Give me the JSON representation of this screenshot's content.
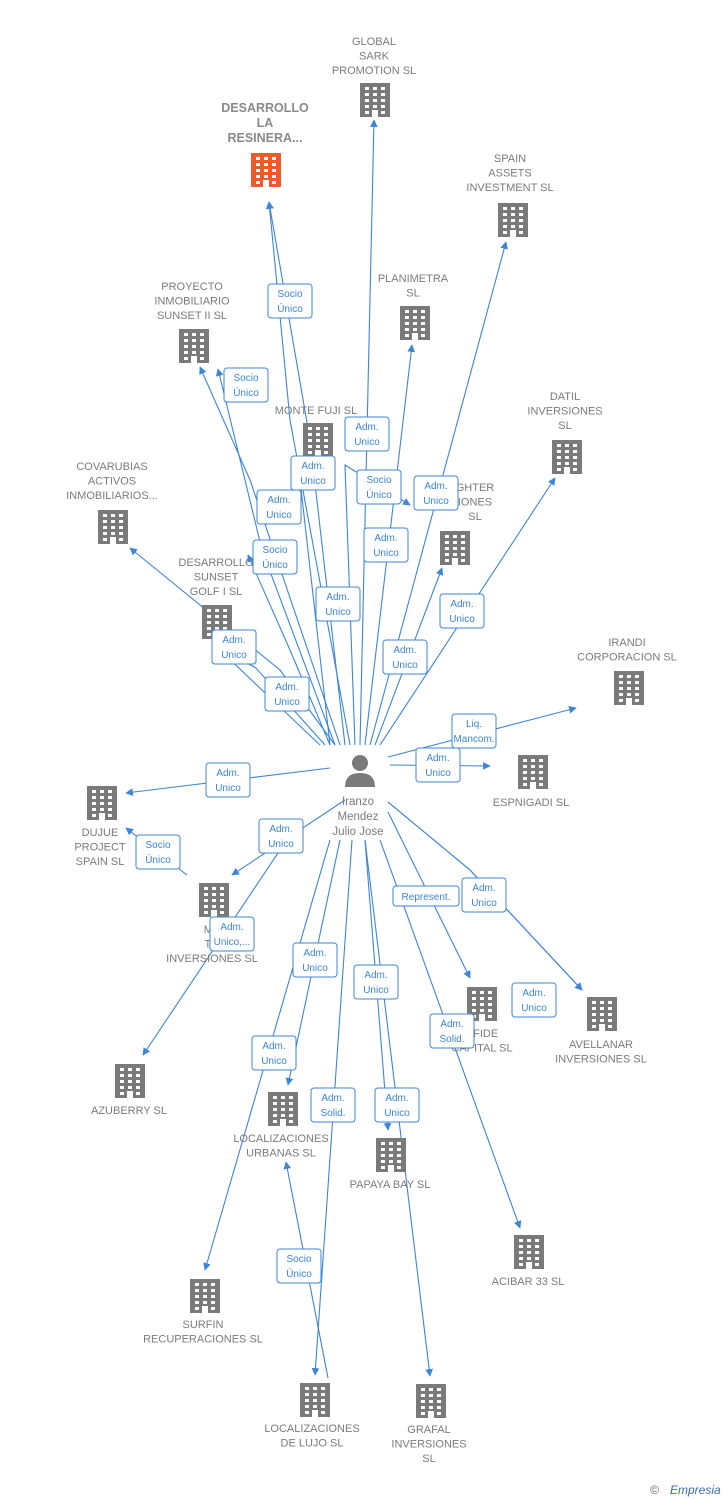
{
  "colors": {
    "edge": "#3d85d6",
    "building": "#7a7a7a",
    "highlight": "#ef5a2a",
    "label": "#7b7b7b"
  },
  "center": {
    "name_lines": [
      "Iranzo",
      "Mendez",
      "Julio Jose"
    ],
    "icon": "person-icon"
  },
  "companies": [
    {
      "id": "global-sark",
      "lines": [
        "GLOBAL",
        "SARK",
        "PROMOTION SL"
      ],
      "highlight": false
    },
    {
      "id": "desarrollo-resinera",
      "lines": [
        "DESARROLLO",
        "LA",
        "RESINERA..."
      ],
      "highlight": true
    },
    {
      "id": "spain-assets",
      "lines": [
        "SPAIN",
        "ASSETS",
        "INVESTMENT SL"
      ],
      "highlight": false
    },
    {
      "id": "proyecto-sunset",
      "lines": [
        "PROYECTO",
        "INMOBILIARIO",
        "SUNSET II  SL"
      ],
      "highlight": false
    },
    {
      "id": "planimetra",
      "lines": [
        "PLANIMETRA",
        "SL"
      ],
      "highlight": false
    },
    {
      "id": "monte-fuji",
      "lines": [
        "MONTE FUJI SL"
      ],
      "highlight": false
    },
    {
      "id": "datil",
      "lines": [
        "DATIL",
        "INVERSIONES",
        "SL"
      ],
      "highlight": false
    },
    {
      "id": "covarubias",
      "lines": [
        "COVARUBIAS",
        "ACTIVOS",
        "INMOBILIARIOS..."
      ],
      "highlight": false
    },
    {
      "id": "lighter",
      "lines": [
        "GHTER",
        "IONES",
        "SL"
      ],
      "highlight": false
    },
    {
      "id": "desarrollo-sunset",
      "lines": [
        "DESARROLLO",
        "SUNSET",
        "GOLF I  SL"
      ],
      "highlight": false
    },
    {
      "id": "irandi",
      "lines": [
        "IRANDI",
        "CORPORACION SL"
      ],
      "highlight": false
    },
    {
      "id": "espnigadi",
      "lines": [
        "ESPNIGADI  SL"
      ],
      "highlight": false
    },
    {
      "id": "dujue",
      "lines": [
        "DUJUE",
        "PROJECT",
        "SPAIN  SL"
      ],
      "highlight": false
    },
    {
      "id": "matoinv",
      "lines": [
        "MA",
        "TO",
        "INVERSIONES SL"
      ],
      "highlight": false
    },
    {
      "id": "bonafide",
      "lines": [
        "AFIDE",
        "CAPITAL  SL"
      ],
      "highlight": false
    },
    {
      "id": "avellanar",
      "lines": [
        "AVELLANAR",
        "INVERSIONES SL"
      ],
      "highlight": false
    },
    {
      "id": "azuberry",
      "lines": [
        "AZUBERRY  SL"
      ],
      "highlight": false
    },
    {
      "id": "loc-urbanas",
      "lines": [
        "LOCALIZACIONES",
        "URBANAS SL"
      ],
      "highlight": false
    },
    {
      "id": "papaya",
      "lines": [
        "PAPAYA BAY SL"
      ],
      "highlight": false
    },
    {
      "id": "acibar",
      "lines": [
        "ACIBAR 33  SL"
      ],
      "highlight": false
    },
    {
      "id": "surfin",
      "lines": [
        "SURFIN",
        "RECUPERACIONES SL"
      ],
      "highlight": false
    },
    {
      "id": "loc-lujo",
      "lines": [
        "LOCALIZACIONES",
        "DE LUJO SL"
      ],
      "highlight": false
    },
    {
      "id": "grafal",
      "lines": [
        "GRAFAL",
        "INVERSIONES",
        "SL"
      ],
      "highlight": false
    }
  ],
  "relations": [
    {
      "target": "global-sark",
      "lines": [
        "Adm.",
        "Unico"
      ]
    },
    {
      "target": "desarrollo-resinera",
      "lines": [
        "Socio",
        "Único"
      ]
    },
    {
      "target": "desarrollo-resinera",
      "lines": [
        "Adm.",
        "Unico"
      ]
    },
    {
      "target": "spain-assets",
      "lines": [
        "Adm.",
        "Unico"
      ]
    },
    {
      "target": "proyecto-sunset",
      "lines": [
        "Socio",
        "Único"
      ]
    },
    {
      "target": "proyecto-sunset",
      "lines": [
        "Adm.",
        "Unico"
      ]
    },
    {
      "target": "planimetra",
      "lines": [
        "Adm.",
        "Unico"
      ]
    },
    {
      "target": "monte-fuji",
      "lines": [
        "Socio",
        "Único"
      ]
    },
    {
      "target": "monte-fuji",
      "lines": [
        "Adm.",
        "Unico"
      ]
    },
    {
      "target": "datil",
      "lines": [
        "Adm.",
        "Unico"
      ]
    },
    {
      "target": "covarubias",
      "lines": [
        "Adm.",
        "Unico"
      ]
    },
    {
      "target": "lighter",
      "lines": [
        "Adm.",
        "Unico"
      ]
    },
    {
      "target": "desarrollo-sunset",
      "lines": [
        "Socio",
        "Único"
      ]
    },
    {
      "target": "desarrollo-sunset",
      "lines": [
        "Adm.",
        "Unico"
      ]
    },
    {
      "target": "desarrollo-sunset",
      "lines": [
        "Adm.",
        "Unico"
      ]
    },
    {
      "target": "irandi",
      "lines": [
        "Liq.",
        "Mancom."
      ]
    },
    {
      "target": "espnigadi",
      "lines": [
        "Adm.",
        "Unico"
      ]
    },
    {
      "target": "dujue",
      "lines": [
        "Adm.",
        "Unico"
      ]
    },
    {
      "target": "dujue",
      "lines": [
        "Socio",
        "Único"
      ]
    },
    {
      "target": "matoinv",
      "lines": [
        "Adm.",
        "Unico"
      ]
    },
    {
      "target": "azuberry",
      "lines": [
        "Adm.",
        "Unico,..."
      ]
    },
    {
      "target": "bonafide",
      "lines": [
        "Represent."
      ]
    },
    {
      "target": "avellanar",
      "lines": [
        "Adm.",
        "Unico"
      ]
    },
    {
      "target": "avellanar",
      "lines": [
        "Adm.",
        "Unico"
      ]
    },
    {
      "target": "loc-urbanas",
      "lines": [
        "Adm.",
        "Unico"
      ]
    },
    {
      "target": "papaya",
      "lines": [
        "Adm.",
        "Unico"
      ]
    },
    {
      "target": "acibar",
      "lines": [
        "Adm.",
        "Solid."
      ]
    },
    {
      "target": "surfin",
      "lines": [
        "Adm.",
        "Unico"
      ]
    },
    {
      "target": "loc-lujo",
      "lines": [
        "Adm.",
        "Solid."
      ]
    },
    {
      "target": "grafal",
      "lines": [
        "Adm.",
        "Unico"
      ]
    },
    {
      "target": "loc-urbanas",
      "lines": [
        "Socio",
        "Único"
      ]
    }
  ],
  "brand": {
    "copyright": "©",
    "name": "Empresia"
  }
}
